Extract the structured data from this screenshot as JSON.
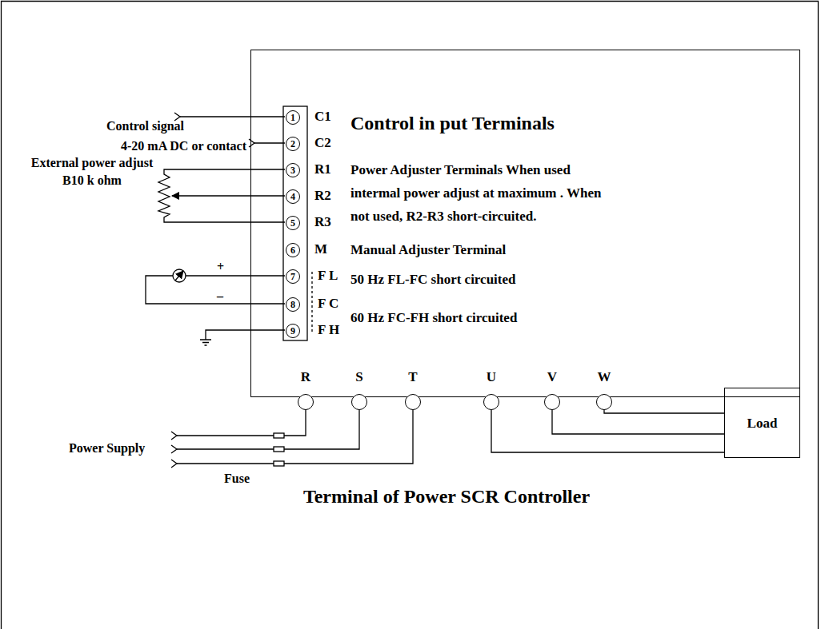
{
  "diagram": {
    "title": "Terminal of Power SCR Controller",
    "nodes": [
      {
        "text": [
          "Control in put Terminals",
          "Power Adjuster Terminals When used intermal power adjust at maximum . When not used, R2-R3 short-circuited.",
          "Manual Adjuster Terminal",
          "50 Hz FL-FC short circuited",
          "60 Hz FC-FH short circuited"
        ]
      },
      {
        "text": [
          "1"
        ],
        "in": 0
      },
      {
        "text": [
          "2"
        ],
        "in": 0
      },
      {
        "text": [
          "3"
        ],
        "in": 0
      },
      {
        "text": [
          "4"
        ],
        "in": 0
      },
      {
        "text": [
          "5"
        ],
        "in": 0
      },
      {
        "text": [
          "6"
        ],
        "in": 0
      },
      {
        "text": [
          "7"
        ],
        "in": 0
      },
      {
        "text": [
          "8"
        ],
        "in": 0
      },
      {
        "text": [
          "9"
        ],
        "in": 0
      },
      {
        "text": [
          "R"
        ]
      },
      {
        "text": [
          "S"
        ]
      },
      {
        "text": [
          "T"
        ]
      },
      {
        "text": [
          "U"
        ]
      },
      {
        "text": [
          "V"
        ]
      },
      {
        "text": [
          "W"
        ]
      },
      {
        "text": [
          "Load"
        ]
      }
    ],
    "edges": [
      {
        "from": 15,
        "to": 16,
        "arrow": "none"
      },
      {
        "from": 14,
        "to": 16,
        "arrow": "none"
      },
      {
        "from": 13,
        "to": 16,
        "arrow": "none"
      }
    ],
    "labels": [
      "Control signal",
      "4-20 mA DC or contact",
      "External power adjust B10 k ohm",
      "C1",
      "C2",
      "R1",
      "R2",
      "R3",
      "M",
      "F L",
      "F C",
      "F H",
      "+",
      "–",
      "Power Supply",
      "Fuse"
    ]
  }
}
